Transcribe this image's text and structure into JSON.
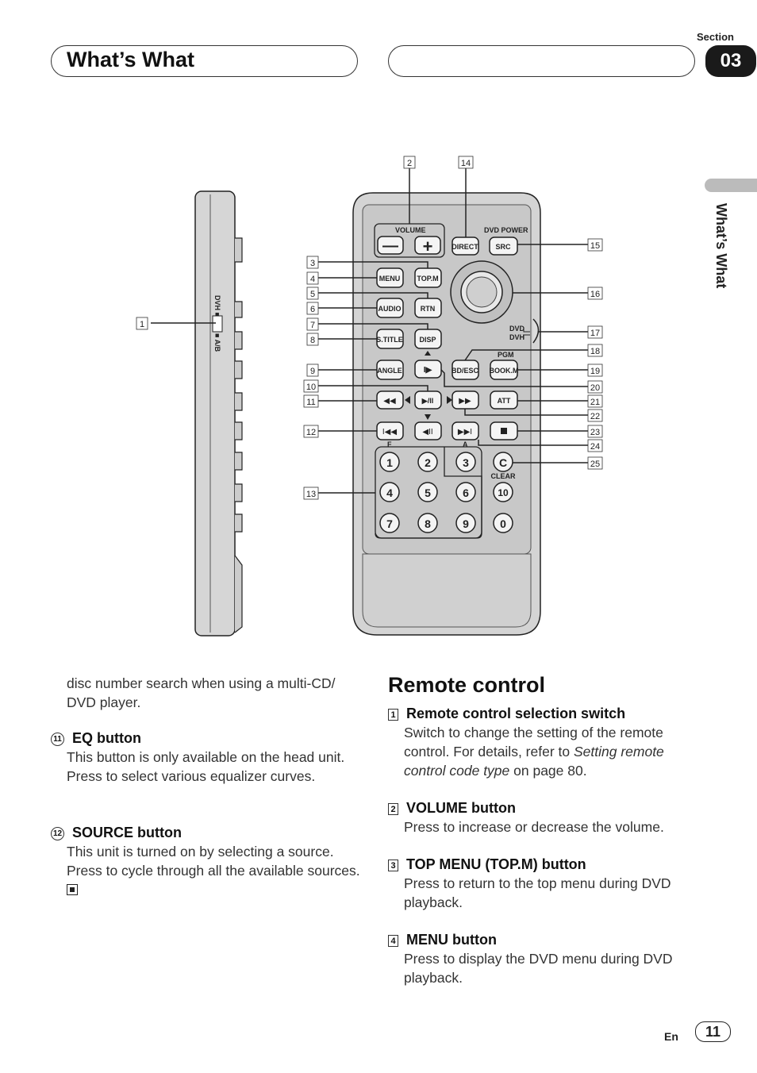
{
  "header": {
    "title": "What’s What",
    "section_label": "Section",
    "section_number": "03"
  },
  "side_tab": {
    "label": "What’s What"
  },
  "diagram": {
    "callouts": [
      "1",
      "2",
      "3",
      "4",
      "5",
      "6",
      "7",
      "8",
      "9",
      "10",
      "11",
      "12",
      "13",
      "14",
      "15",
      "16",
      "17",
      "18",
      "19",
      "20",
      "21",
      "22",
      "23",
      "24",
      "25"
    ],
    "buttons": {
      "volume": "VOLUME",
      "dvd_power": "DVD POWER",
      "direct": "DIRECT",
      "src": "SRC",
      "menu": "MENU",
      "topm": "TOP.M",
      "audio": "AUDIO",
      "rtn": "RTN",
      "stitle": "S.TITLE",
      "disp": "DISP",
      "angle": "ANGLE",
      "bdesc": "BD/ESC",
      "bookm": "BOOK.M",
      "pgm": "PGM",
      "att": "ATT",
      "clear_key": "C",
      "clear": "CLEAR",
      "f_label": "F",
      "a_label": "A",
      "dvd": "DVD",
      "dvh": "DVH",
      "side_switch_left": "DVH ■",
      "side_switch_right": "■ A/B",
      "numbers": [
        "1",
        "2",
        "3",
        "4",
        "5",
        "6",
        "10",
        "7",
        "8",
        "9",
        "0"
      ]
    }
  },
  "left_column": {
    "continuation": "disc number search when using a multi-CD/ DVD player.",
    "items": [
      {
        "num": "11",
        "title": "EQ button",
        "lines": [
          "This button is only available on the head unit.",
          "Press to select various equalizer curves."
        ]
      },
      {
        "num": "12",
        "title": "SOURCE button",
        "lines": [
          "This unit is turned on by selecting a source. Press to cycle through all the available sources."
        ]
      }
    ]
  },
  "right_column": {
    "heading": "Remote control",
    "items": [
      {
        "num": "1",
        "title": "Remote control selection switch",
        "text_before": "Switch to change the setting of the remote control. For details, refer to ",
        "text_italic": "Setting remote control code type",
        "text_after": " on page 80."
      },
      {
        "num": "2",
        "title": "VOLUME button",
        "text": "Press to increase or decrease the volume."
      },
      {
        "num": "3",
        "title": "TOP MENU (TOP.M) button",
        "text": "Press to return to the top menu during DVD playback."
      },
      {
        "num": "4",
        "title": "MENU button",
        "text": "Press to display the DVD menu during DVD playback."
      }
    ]
  },
  "footer": {
    "lang": "En",
    "page": "11"
  }
}
